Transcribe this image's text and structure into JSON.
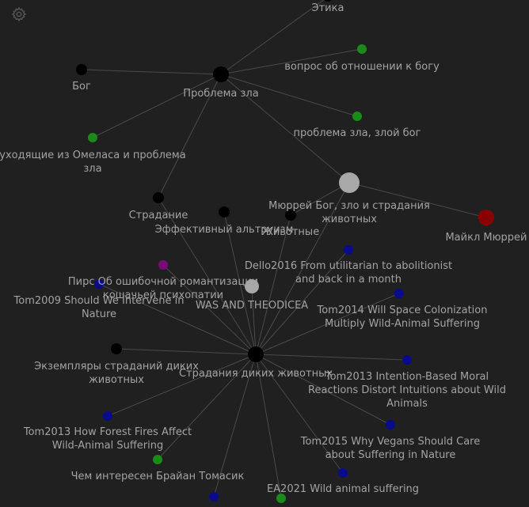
{
  "colors": {
    "background": "#202020",
    "edge": "#4a4a4a",
    "label": "#a3a3a3",
    "node_black": "#000000",
    "node_green": "#1a8a1a",
    "node_blue": "#0a0a8c",
    "node_gray": "#a8a8a8",
    "node_red": "#8a0000",
    "node_purple": "#7a0a7a",
    "gear_icon": "#5a5a5a"
  },
  "toolbar": {
    "settings_icon": "gear-icon"
  },
  "nodes": {
    "etika": {
      "label": [
        "Этика"
      ],
      "color": "node_black"
    },
    "problema_zla": {
      "label": [
        "Проблема зла"
      ],
      "color": "node_black"
    },
    "bog": {
      "label": [
        "Бог"
      ],
      "color": "node_black"
    },
    "vopros": {
      "label": [
        "вопрос об отношении к богу"
      ],
      "color": "node_green"
    },
    "zloy_bog": {
      "label": [
        "проблема зла, злой бог"
      ],
      "color": "node_green"
    },
    "omelas": {
      "label": [
        "уходящие из Омеласа и проблема",
        "зла"
      ],
      "color": "node_green"
    },
    "murray_article": {
      "label": [
        "Мюррей Бог, зло и страдания",
        "животных"
      ],
      "color": "node_gray"
    },
    "murray": {
      "label": [
        "Майкл Мюррей"
      ],
      "color": "node_red"
    },
    "stradanie": {
      "label": [
        "Страдание"
      ],
      "color": "node_black"
    },
    "ea": {
      "label": [
        "Эффективный альтруизм"
      ],
      "color": "node_black"
    },
    "zhivotnye": {
      "label": [
        "Животные"
      ],
      "color": "node_black"
    },
    "dello2016": {
      "label": [
        "Dello2016 From utilitarian to abolitionist",
        "and back in a month"
      ],
      "color": "node_blue"
    },
    "pirs": {
      "label": [
        "Пирс Об ошибочной романтизации",
        "кошачьей психопатии"
      ],
      "color": "node_purple"
    },
    "tom2009": {
      "label": [
        "Tom2009 Should We Intervene in",
        "Nature"
      ],
      "color": "node_blue"
    },
    "was": {
      "label": [
        "WAS AND THEODICEA"
      ],
      "color": "node_gray"
    },
    "tom2014": {
      "label": [
        "Tom2014 Will Space Colonization",
        "Multiply Wild-Animal Suffering"
      ],
      "color": "node_blue"
    },
    "ekzemplyary": {
      "label": [
        "Экземпляры страданий диких",
        "животных"
      ],
      "color": "node_black"
    },
    "hub": {
      "label": [
        "Страдания диких животных"
      ],
      "color": "node_black"
    },
    "tom2013a": {
      "label": [
        "Tom2013 Intention-Based Moral",
        "Reactions Distort Intuitions about Wild",
        "Animals"
      ],
      "color": "node_blue"
    },
    "tom2013b": {
      "label": [
        "Tom2013 How Forest Fires Affect",
        "Wild-Animal Suffering"
      ],
      "color": "node_blue"
    },
    "tom2015": {
      "label": [
        "Tom2015 Why Vegans Should Care",
        "about Suffering in Nature"
      ],
      "color": "node_blue"
    },
    "tomasik": {
      "label": [
        "Чем интересен Брайан Томасик"
      ],
      "color": "node_green"
    },
    "ea2021": {
      "label": [
        "EA2021 Wild animal suffering"
      ],
      "color": "node_blue"
    },
    "extra_blue": {
      "label": [],
      "color": "node_blue"
    },
    "extra_green": {
      "label": [],
      "color": "node_green"
    }
  },
  "edges": [
    [
      "problema_zla",
      "etika"
    ],
    [
      "problema_zla",
      "vopros"
    ],
    [
      "problema_zla",
      "bog"
    ],
    [
      "problema_zla",
      "zloy_bog"
    ],
    [
      "problema_zla",
      "omelas"
    ],
    [
      "problema_zla",
      "stradanie"
    ],
    [
      "problema_zla",
      "murray_article"
    ],
    [
      "murray_article",
      "murray"
    ],
    [
      "murray_article",
      "zhivotnye"
    ],
    [
      "murray_article",
      "hub"
    ],
    [
      "stradanie",
      "hub"
    ],
    [
      "ea",
      "hub"
    ],
    [
      "zhivotnye",
      "hub"
    ],
    [
      "dello2016",
      "hub"
    ],
    [
      "pirs",
      "hub"
    ],
    [
      "tom2009",
      "hub"
    ],
    [
      "was",
      "hub"
    ],
    [
      "tom2014",
      "hub"
    ],
    [
      "ekzemplyary",
      "hub"
    ],
    [
      "tom2013a",
      "hub"
    ],
    [
      "tom2013b",
      "hub"
    ],
    [
      "tom2015",
      "hub"
    ],
    [
      "tomasik",
      "hub"
    ],
    [
      "ea2021",
      "hub"
    ],
    [
      "extra_blue",
      "hub"
    ],
    [
      "extra_green",
      "hub"
    ]
  ]
}
